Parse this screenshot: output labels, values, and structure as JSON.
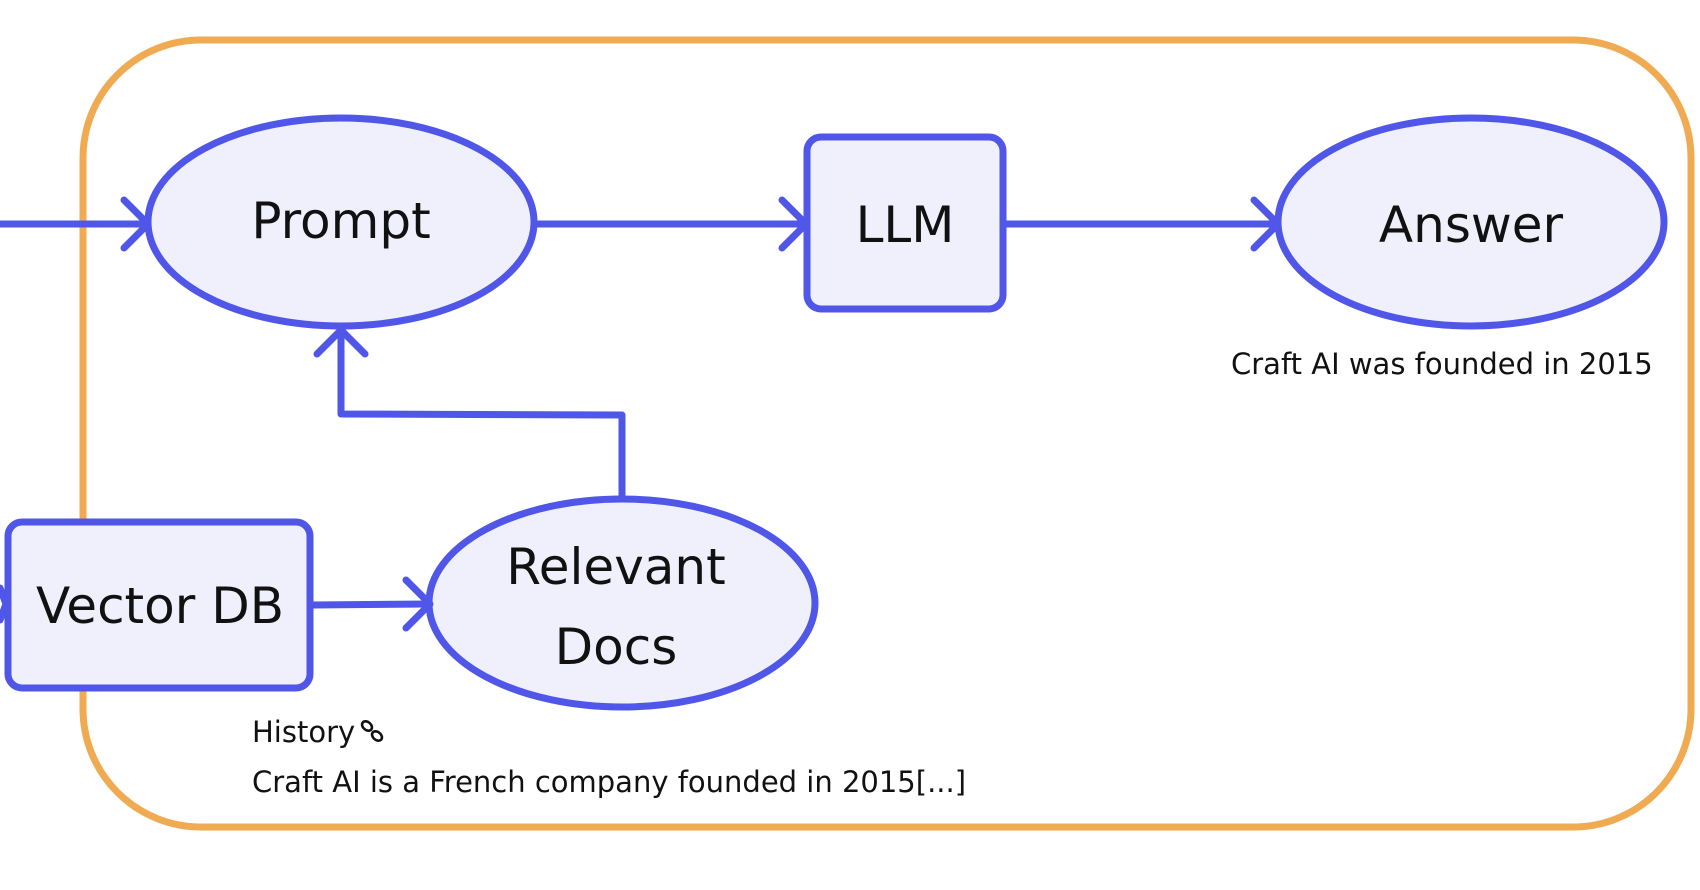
{
  "colors": {
    "accent": "#4f56e8",
    "node_fill": "#eff0fc",
    "frame": "#f0ab52",
    "text": "#111111"
  },
  "nodes": {
    "prompt": "Prompt",
    "llm": "LLM",
    "answer": "Answer",
    "vector_db": "Vector DB",
    "relevant_docs_line1": "Relevant",
    "relevant_docs_line2": "Docs"
  },
  "captions": {
    "answer_example": "Craft AI was founded in 2015",
    "history_label": "History",
    "history_icon": "link-icon",
    "history_example": "Craft AI is a French company founded in 2015[...]"
  }
}
